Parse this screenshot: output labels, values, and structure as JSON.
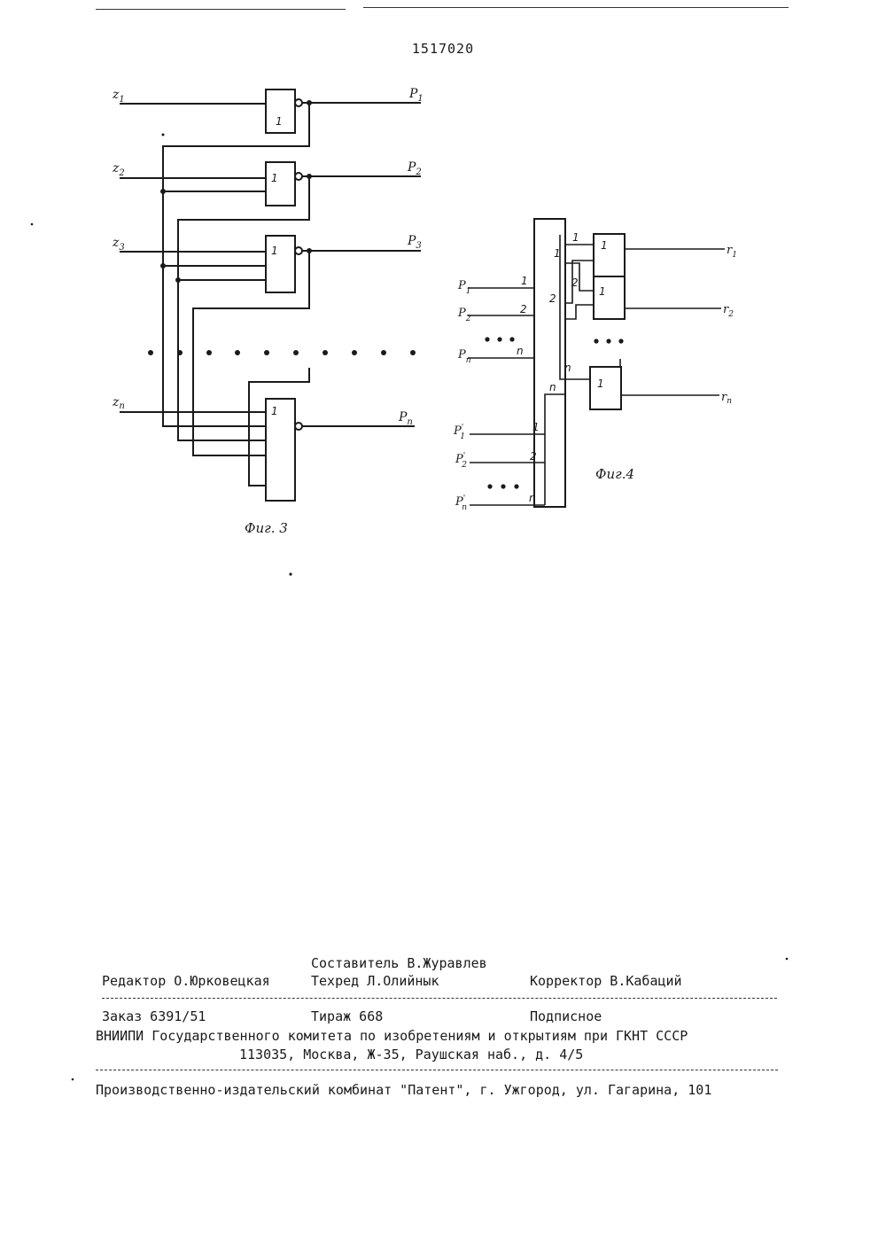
{
  "page_number": "1517020",
  "fig3": {
    "caption": "Фиг. 3",
    "inputs": [
      "z1",
      "z2",
      "z3",
      "zn"
    ],
    "outputs": [
      "P1",
      "P2",
      "P3",
      "Pn"
    ],
    "gate_label": "1"
  },
  "fig4": {
    "caption": "Фиг.4",
    "inputs_p": [
      "P1",
      "P2",
      "Pn"
    ],
    "inputs_p_prime": [
      "P'1",
      "P'2",
      "P'n"
    ],
    "outputs": [
      "r1",
      "r2",
      "rn"
    ],
    "pin_labels": [
      "1",
      "2",
      "n"
    ],
    "gate_label": "1"
  },
  "imprint": {
    "compiler": "Составитель В.Журавлев",
    "editor": "Редактор О.Юрковецкая",
    "techred": "Техред Л.Олийнык",
    "corrector": "Корректор В.Кабаций",
    "order": "Заказ 6391/51",
    "circulation": "Тираж 668",
    "subscription": "Подписное",
    "org_line1": "ВНИИПИ Государственного комитета по изобретениям и открытиям при ГКНТ СССР",
    "org_line2": "113035, Москва, Ж-35, Раушская наб., д. 4/5",
    "printer": "Производственно-издательский комбинат \"Патент\", г. Ужгород, ул. Гагарина, 101"
  }
}
